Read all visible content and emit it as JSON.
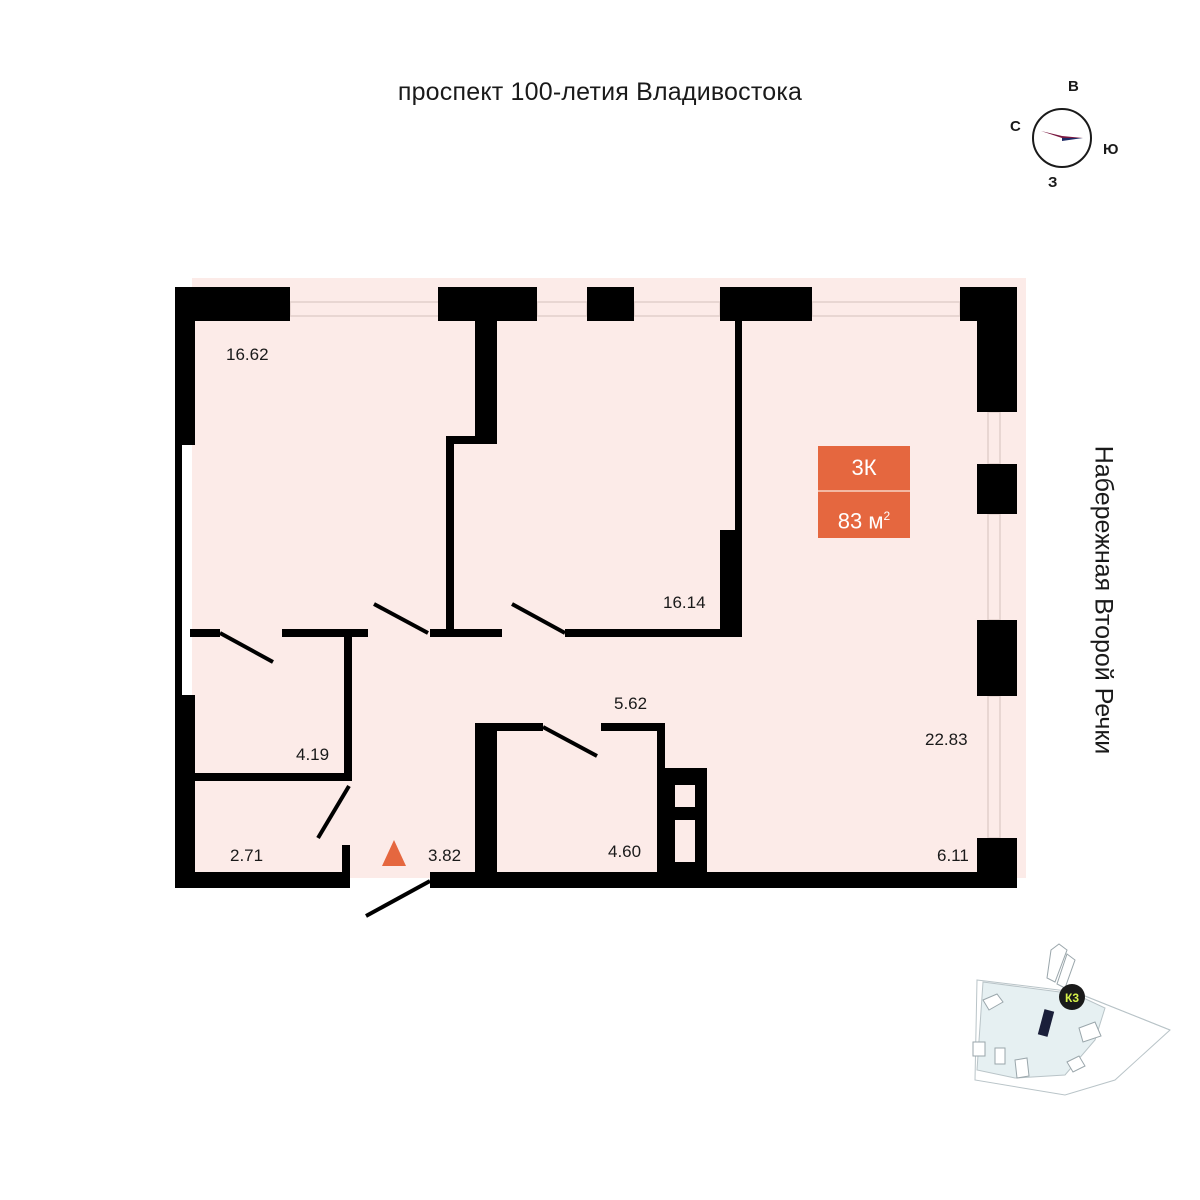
{
  "streets": {
    "top": "проспект 100-летия Владивостока",
    "right": "Набережная Второй Речки"
  },
  "compass": {
    "north": "С",
    "east": "В",
    "south": "Ю",
    "west": "З"
  },
  "apartment": {
    "type": "3К",
    "area": "83 м",
    "area_unit_sup": "2"
  },
  "rooms": [
    {
      "id": "bedroom-1",
      "area": "16.62"
    },
    {
      "id": "bedroom-2",
      "area": "16.14"
    },
    {
      "id": "living-kitchen",
      "area": "22.83"
    },
    {
      "id": "wardrobe",
      "area": "4.19"
    },
    {
      "id": "storage",
      "area": "2.71"
    },
    {
      "id": "hall",
      "area": "3.82"
    },
    {
      "id": "bathroom",
      "area": "4.60"
    },
    {
      "id": "wc",
      "area": "5.62"
    },
    {
      "id": "balcony",
      "area": "6.11"
    }
  ],
  "minimap": {
    "building_label": "К3"
  },
  "colors": {
    "floor": "#fcebe8",
    "wall": "#000000",
    "accent": "#e5673f",
    "compass_needle_north": "#7a1840",
    "compass_needle_south": "#1f2a66",
    "minimap_site": "#e6f0f2",
    "minimap_badge_bg": "#1a1a1a",
    "minimap_badge_text": "#d7f24a"
  },
  "icons": {
    "entrance": "triangle-entrance-icon",
    "compass": "compass-icon"
  }
}
